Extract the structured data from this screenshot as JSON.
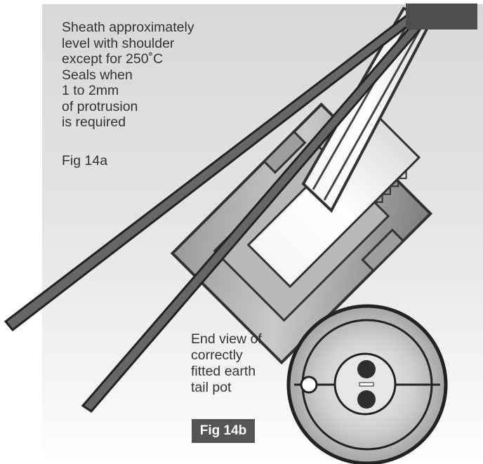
{
  "figure_a": {
    "note_lines": [
      "Sheath approximately",
      "level with shoulder",
      "except for 250˚C",
      "Seals when",
      "1 to 2mm",
      "of protrusion",
      "is required"
    ],
    "label": "Fig 14a"
  },
  "figure_b": {
    "caption_lines": [
      "End view of",
      "correctly",
      "fitted earth",
      "tail pot"
    ],
    "badge": "Fig 14b"
  },
  "colors": {
    "background_top": "#d8d8d8",
    "badge": "#555555",
    "outline": "#333333"
  }
}
